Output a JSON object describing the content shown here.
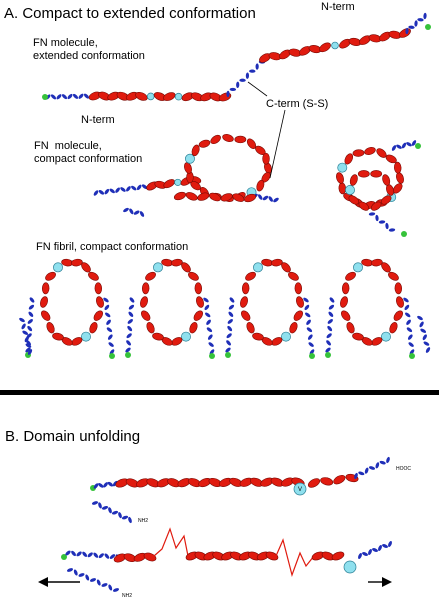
{
  "panel_a": {
    "heading": "A. Compact to extended conformation",
    "extended_label": "FN molecule,\nextended conformation",
    "compact_label": "FN  molecule,\ncompact conformation",
    "fibril_label": "FN fibril, compact conformation",
    "n_term_top": "N-term",
    "n_term_left": "N-term",
    "c_term": "C-term (S-S)"
  },
  "panel_b": {
    "heading": "B.  Domain unfolding",
    "cooh": "HOOC",
    "nh2_top": "NH2",
    "nh2_bottom": "NH2"
  },
  "domain_marker": "V",
  "colors": {
    "fniii_module": "#e01b0f",
    "fnii_module": "#e8c21c",
    "fni_module": "#1f2fb8",
    "binding_site": "#8fe0ee",
    "terminus": "#36c23a",
    "unfolded_strand": "#e01b0f",
    "divider": "#000000"
  },
  "chain": {
    "extended_fniii_domains": 15,
    "compact_loop_domains": 18,
    "fibril_repeats": 4
  }
}
